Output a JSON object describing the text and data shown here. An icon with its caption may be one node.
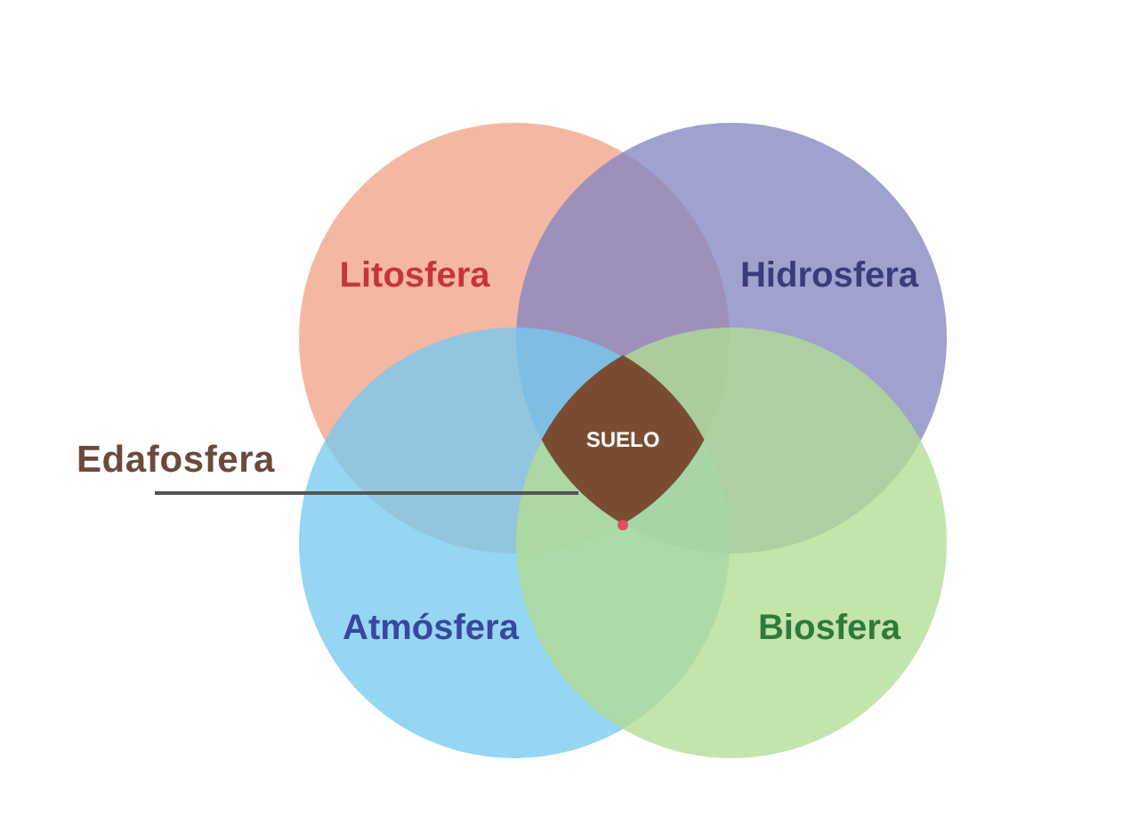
{
  "diagram": {
    "nodes": [
      {
        "text": [
          "Litosfera"
        ]
      },
      {
        "text": [
          "Hidrosfera"
        ]
      },
      {
        "text": [
          "SUELO"
        ]
      },
      {
        "text": [
          "Edafosfera"
        ]
      },
      {
        "text": [
          "Atmósfera"
        ]
      },
      {
        "text": [
          "Biosfera"
        ]
      }
    ],
    "edges": [
      {
        "from": 3,
        "to": 2,
        "arrow": "none"
      }
    ]
  }
}
